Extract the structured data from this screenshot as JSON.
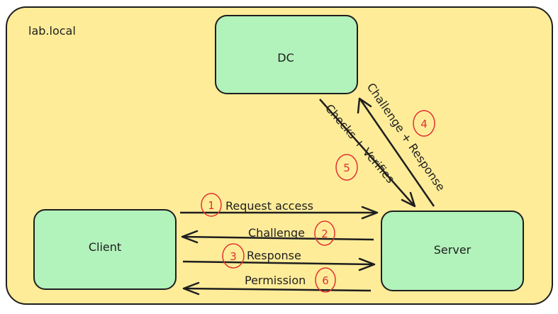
{
  "zone": {
    "label": "lab.local"
  },
  "nodes": {
    "dc": {
      "label": "DC"
    },
    "client": {
      "label": "Client"
    },
    "server": {
      "label": "Server"
    }
  },
  "edges": {
    "request_access": {
      "label": "Request access",
      "step": "1"
    },
    "challenge": {
      "label": "Challenge",
      "step": "2"
    },
    "response": {
      "label": "Response",
      "step": "3"
    },
    "challenge_response": {
      "label": "Challenge + Response",
      "step": "4"
    },
    "checks_verifies": {
      "label": "Checks + Verifies",
      "step": "5"
    },
    "permission": {
      "label": "Permission",
      "step": "6"
    }
  },
  "colors": {
    "zone_fill": "#ffec99",
    "node_fill": "#b2f2bb",
    "stroke": "#1e1e1e",
    "step_marker": "#e03131"
  }
}
